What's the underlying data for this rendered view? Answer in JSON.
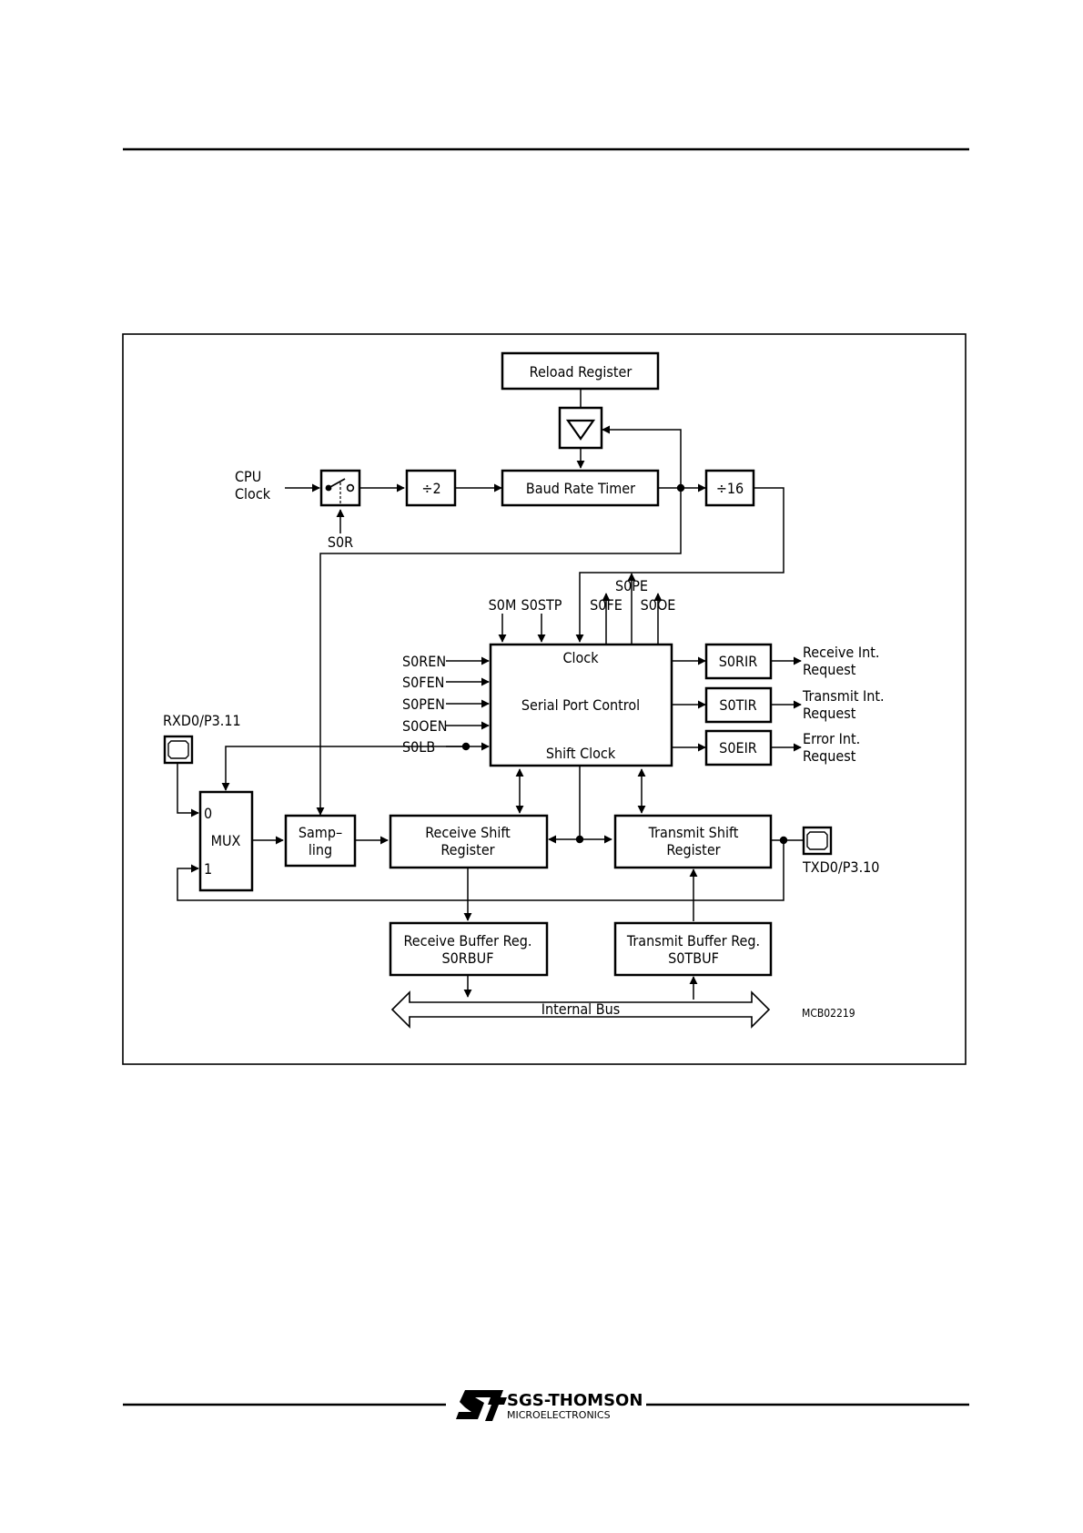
{
  "diagram": {
    "id_code": "MCB02219",
    "blocks": {
      "reload_register": "Reload Register",
      "baud_rate_timer": "Baud Rate Timer",
      "div2": "÷2",
      "div16": "÷16",
      "serial_port_control": "Serial Port Control",
      "spc_clock": "Clock",
      "spc_shift_clock": "Shift Clock",
      "mux": "MUX",
      "mux_in0": "0",
      "mux_in1": "1",
      "sampling_1": "Samp–",
      "sampling_2": "ling",
      "receive_shift_1": "Receive Shift",
      "receive_shift_2": "Register",
      "transmit_shift_1": "Transmit Shift",
      "transmit_shift_2": "Register",
      "receive_buffer_1": "Receive Buffer Reg.",
      "receive_buffer_2": "S0RBUF",
      "transmit_buffer_1": "Transmit Buffer Reg.",
      "transmit_buffer_2": "S0TBUF",
      "s0rir": "S0RIR",
      "s0tir": "S0TIR",
      "s0eir": "S0EIR"
    },
    "labels": {
      "cpu": "CPU",
      "clock": "Clock",
      "s0r": "S0R",
      "s0m": "S0M",
      "s0stp": "S0STP",
      "s0pe": "S0PE",
      "s0fe": "S0FE",
      "s0oe": "S0OE",
      "s0ren": "S0REN",
      "s0fen": "S0FEN",
      "s0pen": "S0PEN",
      "s0oen": "S0OEN",
      "s0lb": "S0LB",
      "rxd0": "RXD0/P3.11",
      "txd0": "TXD0/P3.10",
      "receive_int": "Receive Int.",
      "transmit_int": "Transmit Int.",
      "error_int": "Error Int.",
      "request": "Request",
      "internal_bus": "Internal Bus"
    },
    "logo": {
      "company": "SGS-THOMSON",
      "division": "MICROELECTRONICS"
    }
  }
}
